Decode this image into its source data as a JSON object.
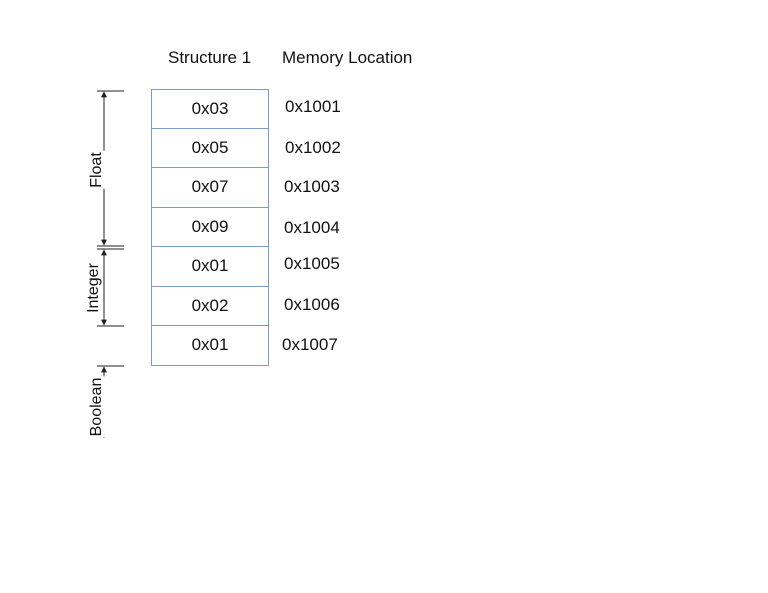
{
  "headers": {
    "structure": "Structure 1",
    "memory": "Memory Location"
  },
  "cells": [
    {
      "value": "0x03",
      "address": "0x1001"
    },
    {
      "value": "0x05",
      "address": "0x1002"
    },
    {
      "value": "0x07",
      "address": "0x1003"
    },
    {
      "value": "0x09",
      "address": "0x1004"
    },
    {
      "value": "0x01",
      "address": "0x1005"
    },
    {
      "value": "0x02",
      "address": "0x1006"
    },
    {
      "value": "0x01",
      "address": "0x1007"
    }
  ],
  "type_labels": {
    "float": "Float",
    "integer": "Integer",
    "boolean": "Boolean"
  },
  "colors": {
    "cell_border": "#7a9cc8",
    "text": "#111111",
    "dimension_line": "#222222"
  }
}
